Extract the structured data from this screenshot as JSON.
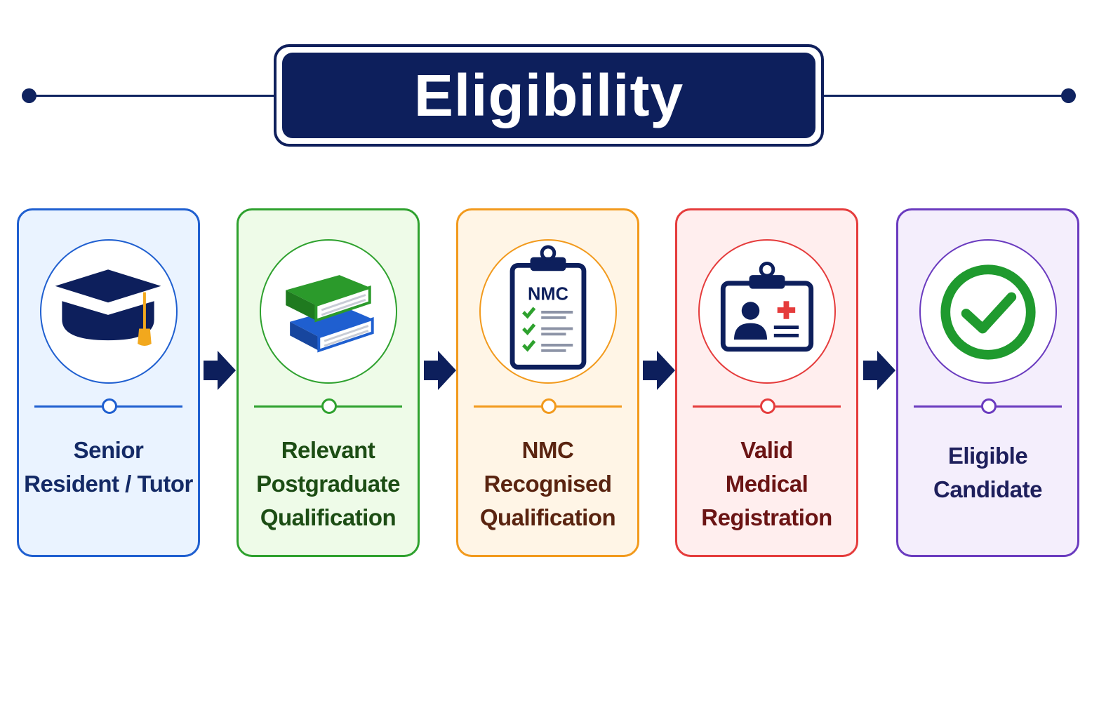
{
  "title": "Eligibility",
  "steps": [
    {
      "label_lines": [
        "Senior",
        "Resident / Tutor",
        ""
      ],
      "icon": "graduation-cap-icon"
    },
    {
      "label_lines": [
        "Relevant",
        "Postgraduate",
        "Qualification"
      ],
      "icon": "books-icon"
    },
    {
      "label_lines": [
        "NMC",
        "Recognised",
        "Qualification"
      ],
      "icon": "clipboard-checklist-icon",
      "icon_text": "NMC"
    },
    {
      "label_lines": [
        "Valid",
        "Medical",
        "Registration"
      ],
      "icon": "medical-id-card-icon"
    },
    {
      "label_lines": [
        "Eligible",
        "Candidate",
        ""
      ],
      "icon": "check-circle-icon"
    }
  ],
  "colors": {
    "navy": "#0d1f5c",
    "step_borders": [
      "#1f5fd0",
      "#2ea12e",
      "#f29a1d",
      "#e53c3c",
      "#6a3bbf"
    ],
    "step_fills": [
      "#eaf3ff",
      "#eefbe8",
      "#fff5e6",
      "#ffeeee",
      "#f4eefc"
    ],
    "step_text": [
      "#142a66",
      "#1c4d14",
      "#5a2410",
      "#6b1414",
      "#1e1f5c"
    ]
  }
}
